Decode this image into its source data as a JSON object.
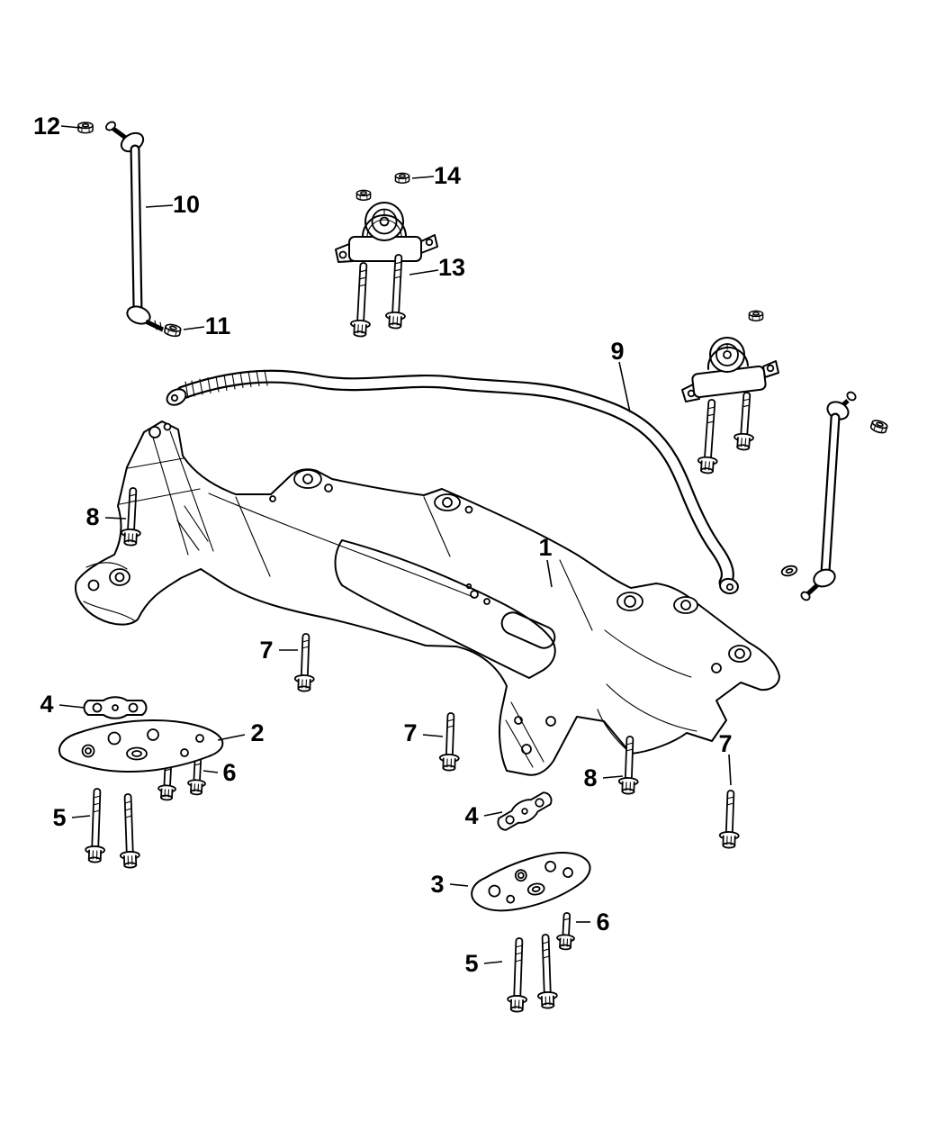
{
  "diagram": {
    "background": "#ffffff",
    "line_color": "#000000"
  },
  "callouts": [
    {
      "num": "12"
    },
    {
      "num": "10"
    },
    {
      "num": "14"
    },
    {
      "num": "13"
    },
    {
      "num": "11"
    },
    {
      "num": "9"
    },
    {
      "num": "8"
    },
    {
      "num": "1"
    },
    {
      "num": "7"
    },
    {
      "num": "4"
    },
    {
      "num": "2"
    },
    {
      "num": "7"
    },
    {
      "num": "6"
    },
    {
      "num": "8"
    },
    {
      "num": "7"
    },
    {
      "num": "5"
    },
    {
      "num": "4"
    },
    {
      "num": "3"
    },
    {
      "num": "6"
    },
    {
      "num": "5"
    }
  ]
}
